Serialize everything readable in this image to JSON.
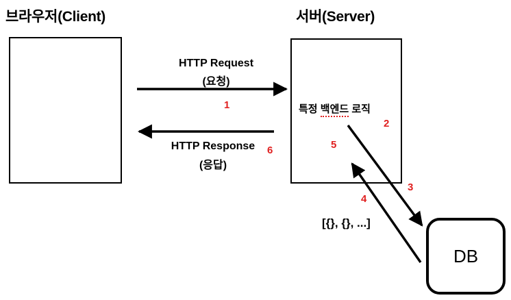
{
  "diagram": {
    "background_color": "#ffffff",
    "stroke_color": "#000000",
    "accent_color": "#e02020",
    "nodes": {
      "client": {
        "title": "브라우저(Client)",
        "body_text": ""
      },
      "server": {
        "title": "서버(Server)",
        "logic_prefix": "특정 ",
        "logic_flagged": "백엔드",
        "logic_suffix": " 로직"
      },
      "database": {
        "label": "DB"
      }
    },
    "edges": {
      "request": {
        "label_en": "HTTP Request",
        "label_ko": "(요청)"
      },
      "response": {
        "label_en": "HTTP Response",
        "label_ko": "(응답)"
      }
    },
    "payload": {
      "json_sample": "[{}, {}, ...]"
    },
    "steps": {
      "s1": "1",
      "s2": "2",
      "s3": "3",
      "s4": "4",
      "s5": "5",
      "s6": "6"
    }
  }
}
